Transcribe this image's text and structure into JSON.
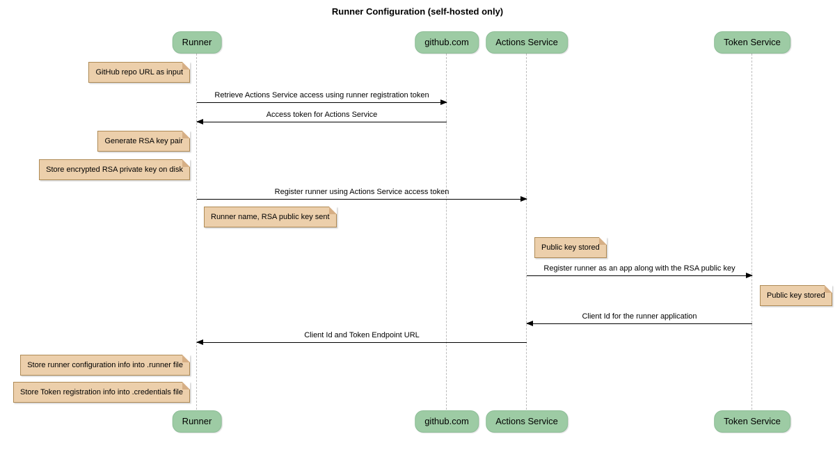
{
  "title": "Runner Configuration (self-hosted only)",
  "diagram_type": "sequence",
  "participants": [
    {
      "label": "Runner"
    },
    {
      "label": "github.com"
    },
    {
      "label": "Actions Service"
    },
    {
      "label": "Token Service"
    }
  ],
  "messages": [
    {
      "text": "Retrieve Actions Service access using runner registration token",
      "from": "Runner",
      "to": "github.com"
    },
    {
      "text": "Access token for Actions Service",
      "from": "github.com",
      "to": "Runner"
    },
    {
      "text": "Register runner using Actions Service access token",
      "from": "Runner",
      "to": "Actions Service"
    },
    {
      "text": "Register runner as an app along with the RSA public key",
      "from": "Actions Service",
      "to": "Token Service"
    },
    {
      "text": "Client Id for the runner application",
      "from": "Token Service",
      "to": "Actions Service"
    },
    {
      "text": "Client Id and Token Endpoint URL",
      "from": "Actions Service",
      "to": "Runner"
    }
  ],
  "notes": [
    {
      "text": "GitHub repo URL as input",
      "position": "left of Runner"
    },
    {
      "text": "Generate RSA key pair",
      "position": "left of Runner"
    },
    {
      "text": "Store encrypted RSA private key on disk",
      "position": "left of Runner"
    },
    {
      "text": "Runner name, RSA public key sent",
      "position": "right of Runner"
    },
    {
      "text": "Public key stored",
      "position": "right of Actions Service"
    },
    {
      "text": "Public key stored",
      "position": "right of Token Service"
    },
    {
      "text": "Store runner configuration info into .runner file",
      "position": "left of Runner"
    },
    {
      "text": "Store Token registration info into .credentials file",
      "position": "left of Runner"
    }
  ],
  "colors": {
    "participant_fill": "#9DCBA4",
    "participant_border": "#8CBD96",
    "note_fill": "#ECCFAB",
    "note_border": "#AE8A55",
    "note_fold": "#D6AF85",
    "lifeline_color": "#BDBDBD",
    "arrow_color": "#000000",
    "text_color": "#000000",
    "bg": "#FFFFFF"
  }
}
